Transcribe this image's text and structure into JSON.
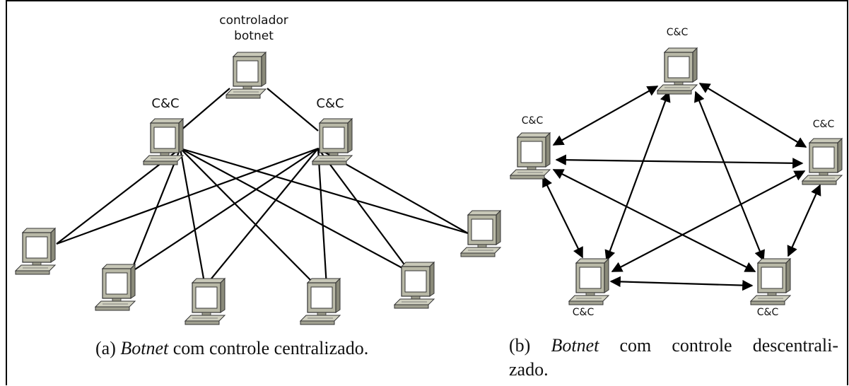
{
  "diagram_a": {
    "controller_label_line1": "controlador",
    "controller_label_line2": "botnet",
    "cc_label_left": "C&C",
    "cc_label_right": "C&C",
    "caption_prefix": "(a)",
    "caption_emph": "Botnet",
    "caption_rest": "com controle centralizado."
  },
  "diagram_b": {
    "node_labels": [
      "C&C",
      "C&C",
      "C&C",
      "C&C",
      "C&C"
    ],
    "caption_prefix": "(b)",
    "caption_emph": "Botnet",
    "caption_word2": "com",
    "caption_word3": "controle",
    "caption_word4": "descentrali-",
    "caption_line2": "zado."
  }
}
